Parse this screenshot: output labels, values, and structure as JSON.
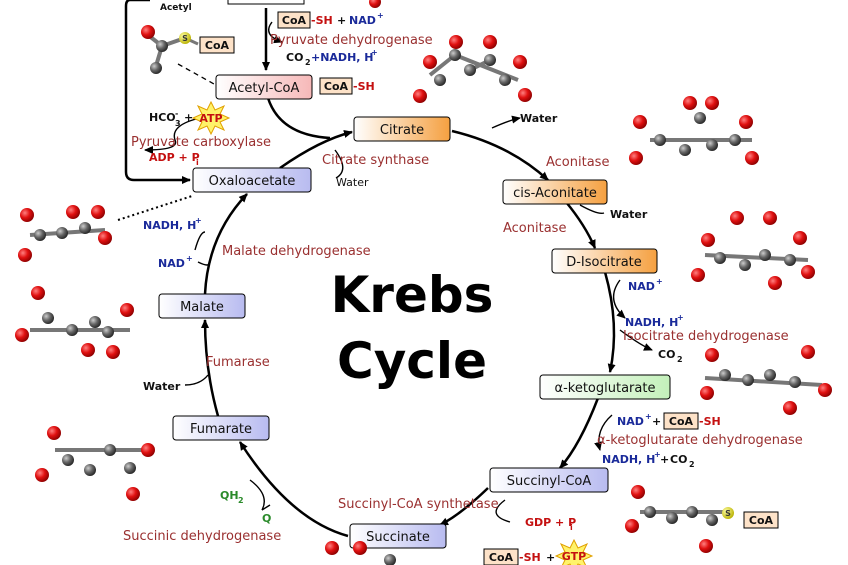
{
  "title": {
    "line1": "Krebs",
    "line2": "Cycle"
  },
  "intermediates": {
    "citrate": "Citrate",
    "cis_aconitate": "cis-Aconitate",
    "d_isocitrate": "D-Isocitrate",
    "a_ketoglutarate": "α-ketoglutarate",
    "succinyl_coa": "Succinyl-CoA",
    "succinate": "Succinate",
    "fumarate": "Fumarate",
    "malate": "Malate",
    "oxaloacetate": "Oxaloacetate",
    "acetyl_coa": "Acetyl-CoA"
  },
  "enzymes": {
    "pyruvate_dehydrogenase": "Pyruvate dehydrogenase",
    "pyruvate_carboxylase": "Pyruvate carboxylase",
    "citrate_synthase": "Citrate synthase",
    "aconitase_1": "Aconitase",
    "aconitase_2": "Aconitase",
    "isocitrate_dehydrogenase": "Isocitrate dehydrogenase",
    "akg_dehydrogenase": "α-ketoglutarate dehydrogenase",
    "succinyl_coa_synthetase": "Succinyl-CoA synthetase",
    "succinic_dehydrogenase": "Succinic dehydrogenase",
    "fumarase": "Fumarase",
    "malate_dehydrogenase": "Malate dehydrogenase"
  },
  "cofactors": {
    "acetyl": "Acetyl",
    "coa": "CoA",
    "sh": "-SH",
    "plus": "+",
    "nad": "NAD",
    "sup_plus": "+",
    "co2": "CO",
    "sub_2": "2",
    "co2_nadh": "+NADH, H",
    "hco3": "HCO",
    "sub_3": "3",
    "sup_minus": "-",
    "atp": "ATP",
    "adp_pi": "ADP + P",
    "sub_i": "i",
    "water": "Water",
    "nadh_h": "NADH, H",
    "gdp_pi": "GDP + P",
    "gtp": "GTP",
    "qh": "QH",
    "q": "Q",
    "s": "S"
  },
  "colors": {
    "enzyme_text": "#9a3030",
    "nad_blue": "#1a2a9a",
    "atp_red": "#c41010",
    "quinone_green": "#2a8a2a",
    "carbon_grey": "#555555",
    "oxygen_red": "#d01010",
    "citrate_box": "#f5a040",
    "akg_box": "#c9f0c0",
    "blue_box": "#c6c8f2"
  }
}
